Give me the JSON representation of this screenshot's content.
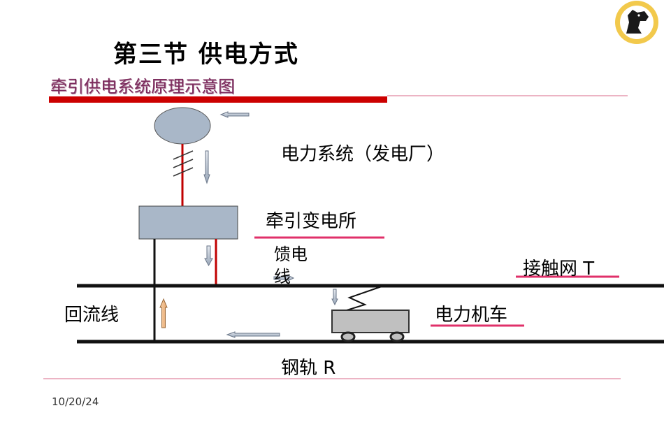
{
  "slide": {
    "title": "第三节  供电方式",
    "subtitle": "牵引供电系统原理示意图",
    "date": "10/20/24"
  },
  "labels": {
    "power_system": "电力系统（发电厂）",
    "traction_substation": "牵引变电所",
    "feeder_line": "馈电线",
    "contact_network": "接触网  T",
    "return_line": "回流线",
    "electric_locomotive": "电力机车",
    "rail": "钢轨  R"
  },
  "colors": {
    "red_bar": "#cc0000",
    "underline": "#e0306a",
    "generator_fill": "#a9b7c8",
    "substation_fill": "#a9b7c8",
    "locomotive_fill": "#c0c0c0",
    "red_wire": "#c00000",
    "divider": "#d86a8a"
  },
  "icons": [
    "logo-horse-icon"
  ]
}
